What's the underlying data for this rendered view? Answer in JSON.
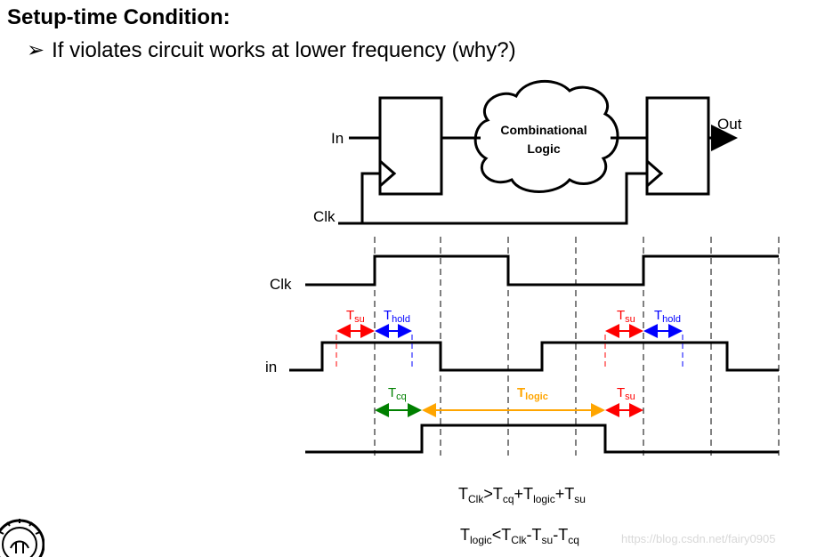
{
  "title": "Setup-time Condition:",
  "bullet": {
    "marker": "➢",
    "text": "If violates circuit works at lower frequency (why?)"
  },
  "circuit": {
    "in_label": "In",
    "clk_label": "Clk",
    "out_label": "Out",
    "logic_line1": "Combinational",
    "logic_line2": "Logic"
  },
  "waveforms": {
    "clk_label": "Clk",
    "in_label": "in"
  },
  "annotations": {
    "t_su_main": "T",
    "t_su_sub": "su",
    "t_hold_main": "T",
    "t_hold_sub": "hold",
    "t_cq_main": "T",
    "t_cq_sub": "cq",
    "t_logic_main": "T",
    "t_logic_sub": "logic"
  },
  "equations": {
    "eq1": [
      {
        "t": "T"
      },
      {
        "s": "Clk"
      },
      {
        "t": ">T"
      },
      {
        "s": "cq"
      },
      {
        "t": "+T"
      },
      {
        "s": "logic"
      },
      {
        "t": "+T"
      },
      {
        "s": "su"
      }
    ],
    "eq2": [
      {
        "t": "T"
      },
      {
        "s": "logic"
      },
      {
        "t": "<T"
      },
      {
        "s": "Clk"
      },
      {
        "t": "-T"
      },
      {
        "s": "su"
      },
      {
        "t": "-T"
      },
      {
        "s": "cq"
      }
    ]
  },
  "watermark": "https://blog.csdn.net/fairy0905",
  "colors": {
    "setup": "#ff0000",
    "hold": "#0000ff",
    "cq": "#008000",
    "logic": "#ffa500",
    "line": "#000000"
  }
}
